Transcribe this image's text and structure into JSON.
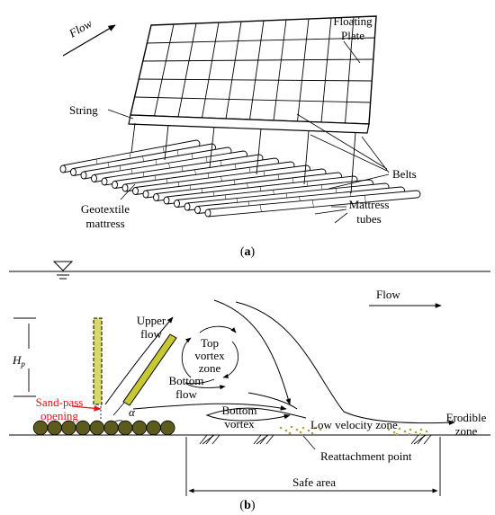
{
  "panel_a": {
    "caption": {
      "open": "(",
      "letter": "a",
      "close": ")"
    },
    "labels": {
      "flow": "Flow",
      "floating_line1": "Floating",
      "floating_line2": "Plate",
      "string": "String",
      "belts": "Belts",
      "geotextile_line1": "Geotextile",
      "geotextile_line2": "mattress",
      "mattress_line1": "Mattress",
      "mattress_line2": "tubes"
    }
  },
  "panel_b": {
    "caption": {
      "open": "(",
      "letter": "b",
      "close": ")"
    },
    "labels": {
      "flow": "Flow",
      "upper_flow_line1": "Upper",
      "upper_flow_line2": "flow",
      "top_vortex_line1": "Top",
      "top_vortex_line2": "vortex",
      "top_vortex_line3": "zone",
      "bottom_flow_line1": "Bottom",
      "bottom_flow_line2": "flow",
      "bottom_vortex_line1": "Bottom",
      "bottom_vortex_line2": "vortex",
      "low_velocity": "Low velocity zone",
      "erodible_line1": "Erodible",
      "erodible_line2": "zone",
      "reattachment": "Reattachment point",
      "safe_area": "Safe area",
      "sand_pass_line1": "Sand-pass",
      "sand_pass_line2": "opening",
      "hp_main": "H",
      "hp_sub": "p",
      "alpha": "α"
    },
    "colors": {
      "plate_fill": "#c8c832",
      "tube_fill": "#5c5a1c",
      "annotation_red": "#e0131a"
    }
  }
}
